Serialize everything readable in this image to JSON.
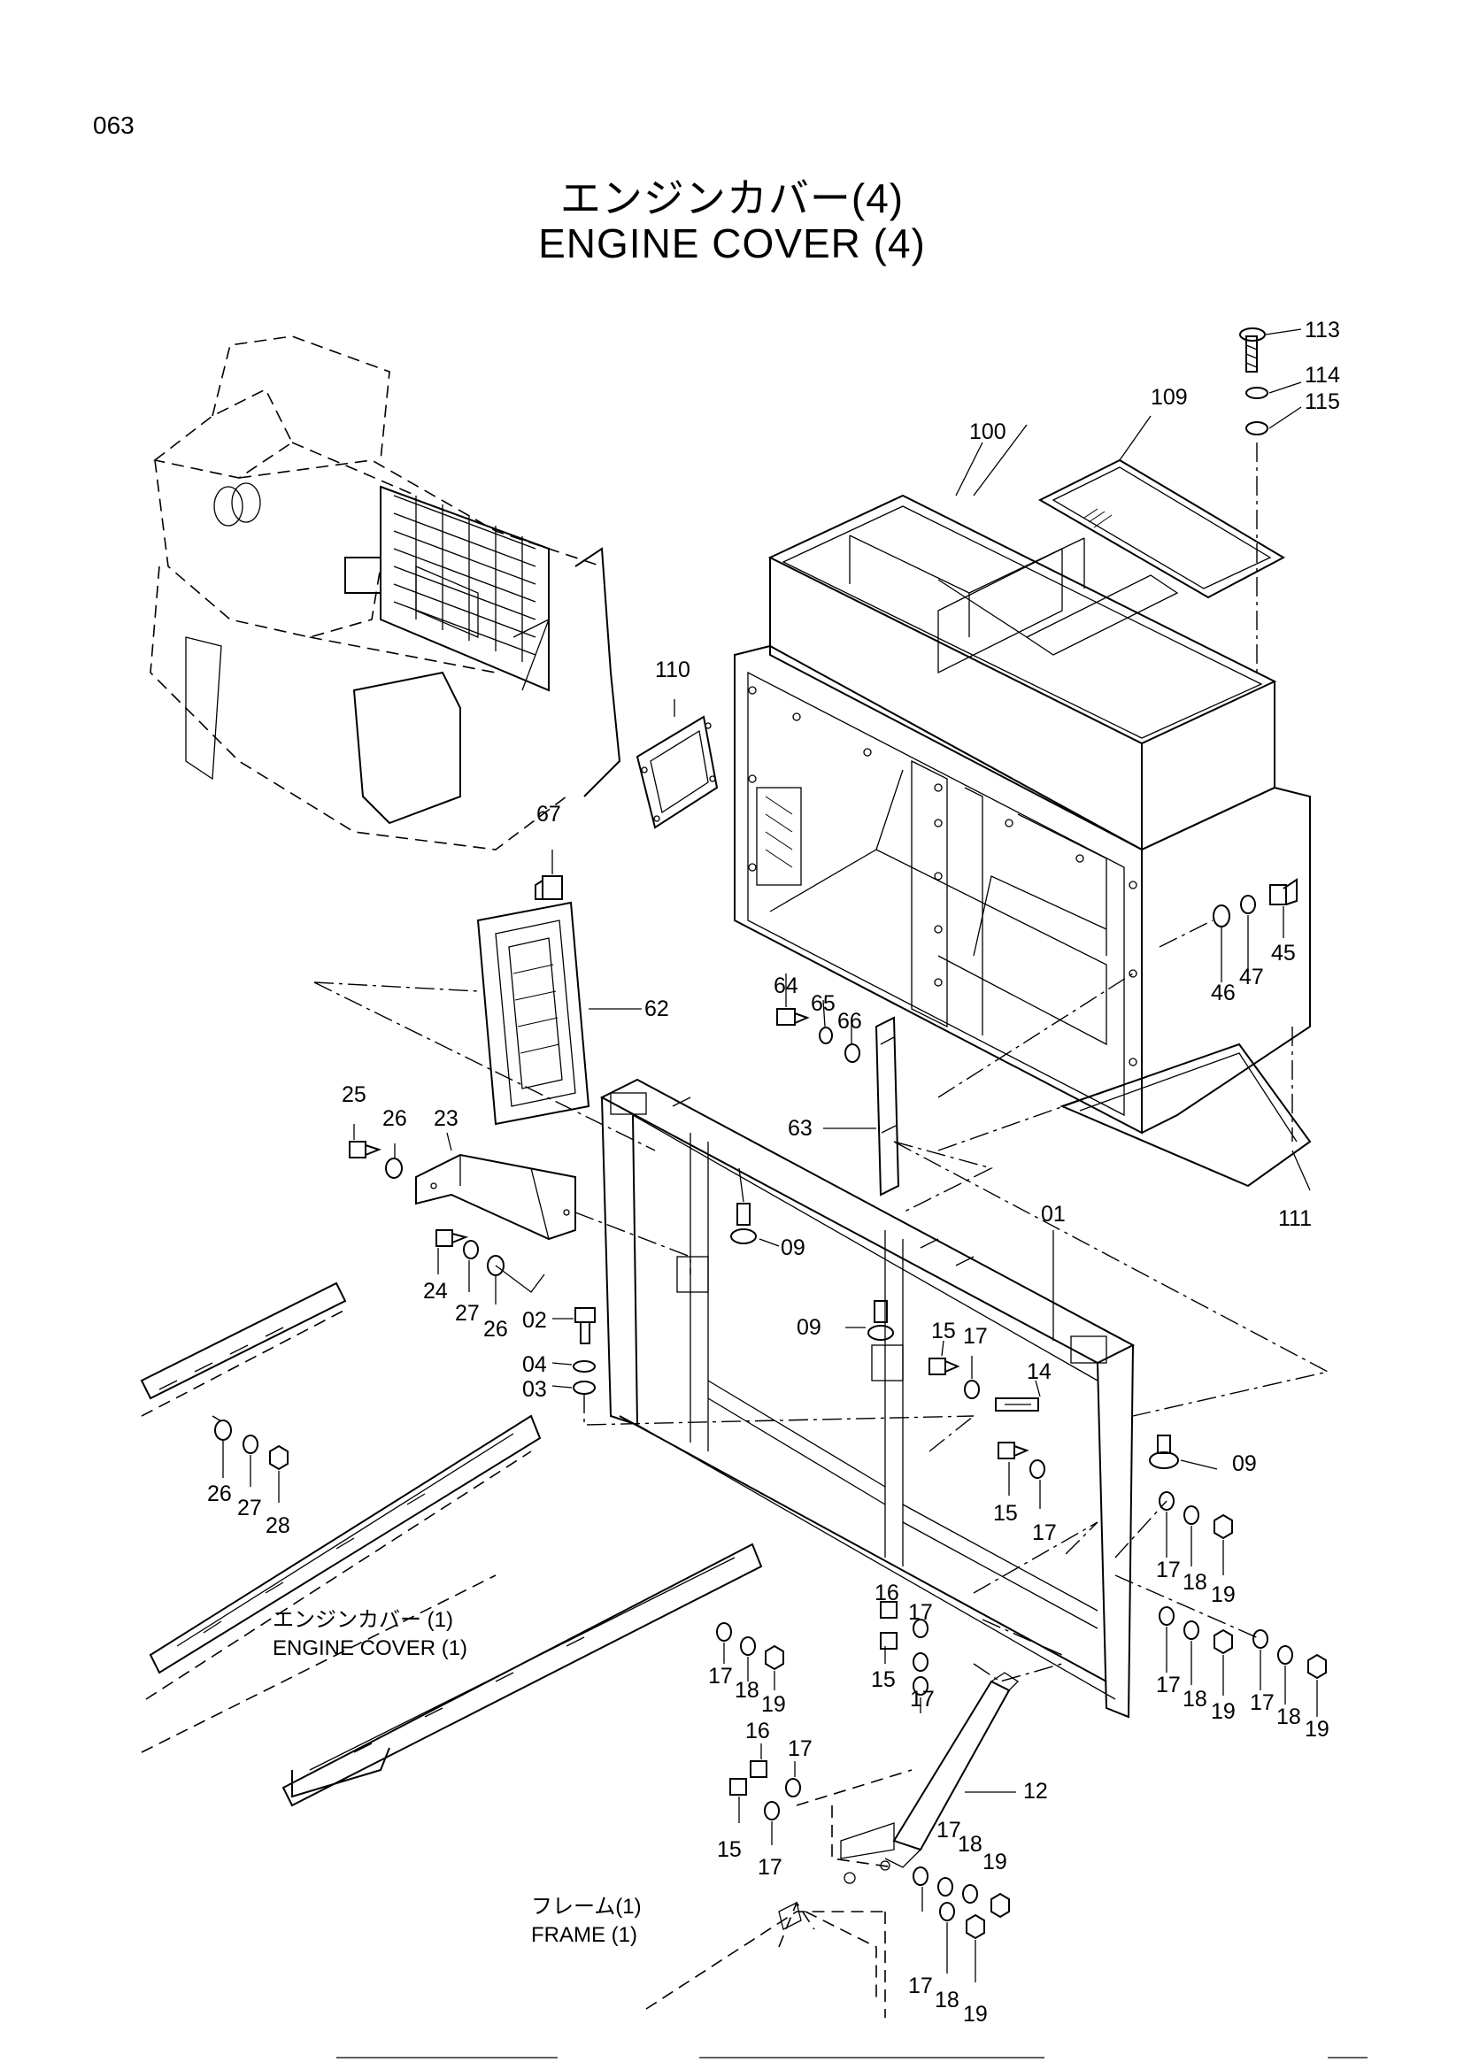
{
  "page_number": "063",
  "title_ja": "エンジンカバー(4)",
  "title_en": "ENGINE  COVER (4)",
  "reference_labels": {
    "engine_cover_ja": "エンジンカバー (1)",
    "engine_cover_en": "ENGINE  COVER (1)",
    "frame_ja": "フレーム(1)",
    "frame_en": "FRAME (1)"
  },
  "callouts": {
    "p113": "113",
    "p114": "114",
    "p115": "115",
    "p109": "109",
    "p100": "100",
    "p110": "110",
    "p67": "67",
    "p62": "62",
    "p64": "64",
    "p65": "65",
    "p66": "66",
    "p63": "63",
    "p45": "45",
    "p46": "46",
    "p47": "47",
    "p111": "111",
    "p25": "25",
    "p26a": "26",
    "p23": "23",
    "p24": "24",
    "p27a": "27",
    "p26b": "26",
    "p02": "02",
    "p04": "04",
    "p03": "03",
    "p09a": "09",
    "p09b": "09",
    "p09c": "09",
    "p01": "01",
    "p15a": "15",
    "p17a": "17",
    "p14": "14",
    "p15b": "15",
    "p17b": "17",
    "p26c": "26",
    "p27b": "27",
    "p28": "28",
    "p17c": "17",
    "p18a": "18",
    "p19a": "19",
    "p17d": "17",
    "p18b": "18",
    "p19b": "19",
    "p17e": "17",
    "p18c": "18",
    "p19c": "19",
    "p16a": "16",
    "p17f": "17",
    "p15c": "15",
    "p17g": "17",
    "p17h": "17",
    "p18d": "18",
    "p19d": "19",
    "p12": "12",
    "p16b": "16",
    "p17i": "17",
    "p15d": "15",
    "p17j": "17",
    "p17k": "17",
    "p18e": "18",
    "p19e": "19",
    "p17l": "17",
    "p18f": "18",
    "p19f": "19"
  }
}
